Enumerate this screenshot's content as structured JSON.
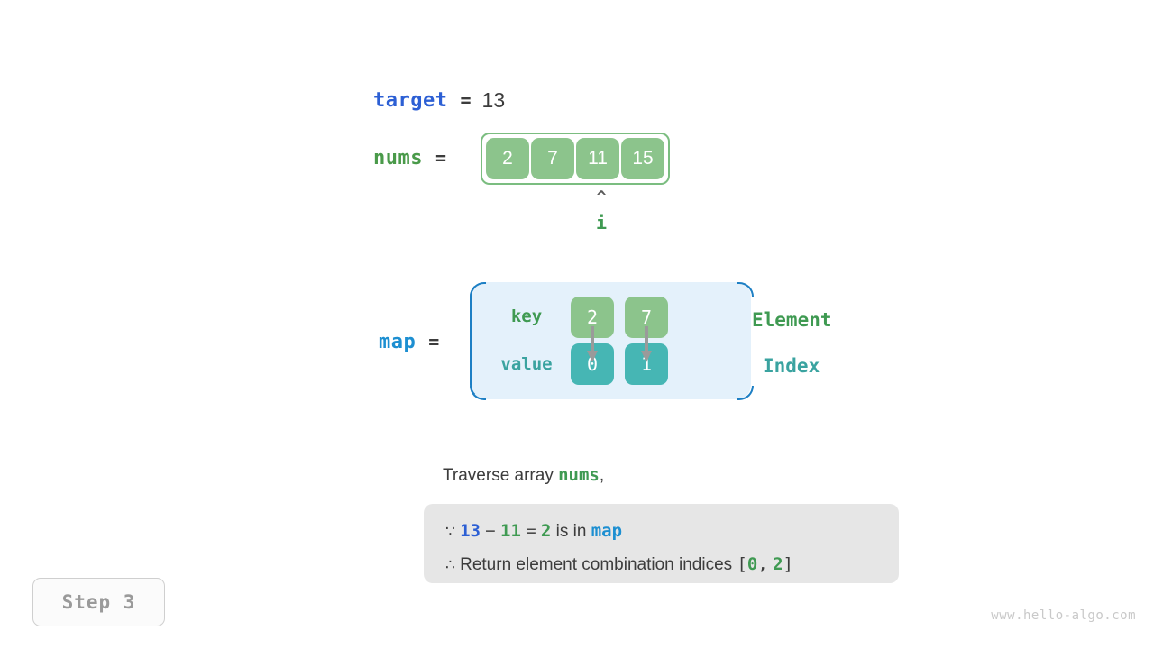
{
  "colors": {
    "target_blue": "#2c5fd4",
    "map_blue": "#1d8fd1",
    "green": "#3f9a52",
    "teal": "#3aa3a0",
    "cell_green": "#8cc48c",
    "cell_teal": "#46b6b4",
    "box_gray": "#e6e6e6",
    "map_bg": "#e4f1fb",
    "arrow_gray": "#9a9a9a"
  },
  "target": {
    "name": "target",
    "equals": "=",
    "value": "13"
  },
  "nums": {
    "name": "nums",
    "equals": "=",
    "cells": [
      "2",
      "7",
      "11",
      "15"
    ],
    "pointer": {
      "caret": "^",
      "label": "i",
      "index": 2
    }
  },
  "map": {
    "name": "map",
    "equals": "=",
    "row_labels": {
      "key": "key",
      "value": "value"
    },
    "side_labels": {
      "element": "Element",
      "index": "Index"
    },
    "entries": [
      {
        "key": "2",
        "value": "0"
      },
      {
        "key": "7",
        "value": "1"
      }
    ]
  },
  "description": {
    "prefix": "Traverse array ",
    "var": "nums",
    "suffix": ","
  },
  "reason": {
    "line1": {
      "because_symbol": "∵",
      "a": "13",
      "minus": "−",
      "b": "11",
      "eq": "=",
      "result": "2",
      "mid_text": " is in ",
      "map_var": "map"
    },
    "line2": {
      "therefore_symbol": "∴",
      "text": "Return element combination indices ",
      "open": "[",
      "i1": "0",
      "comma": ",",
      "i2": "2",
      "close": "]"
    }
  },
  "step_badge": "Step 3",
  "watermark": "www.hello-algo.com"
}
